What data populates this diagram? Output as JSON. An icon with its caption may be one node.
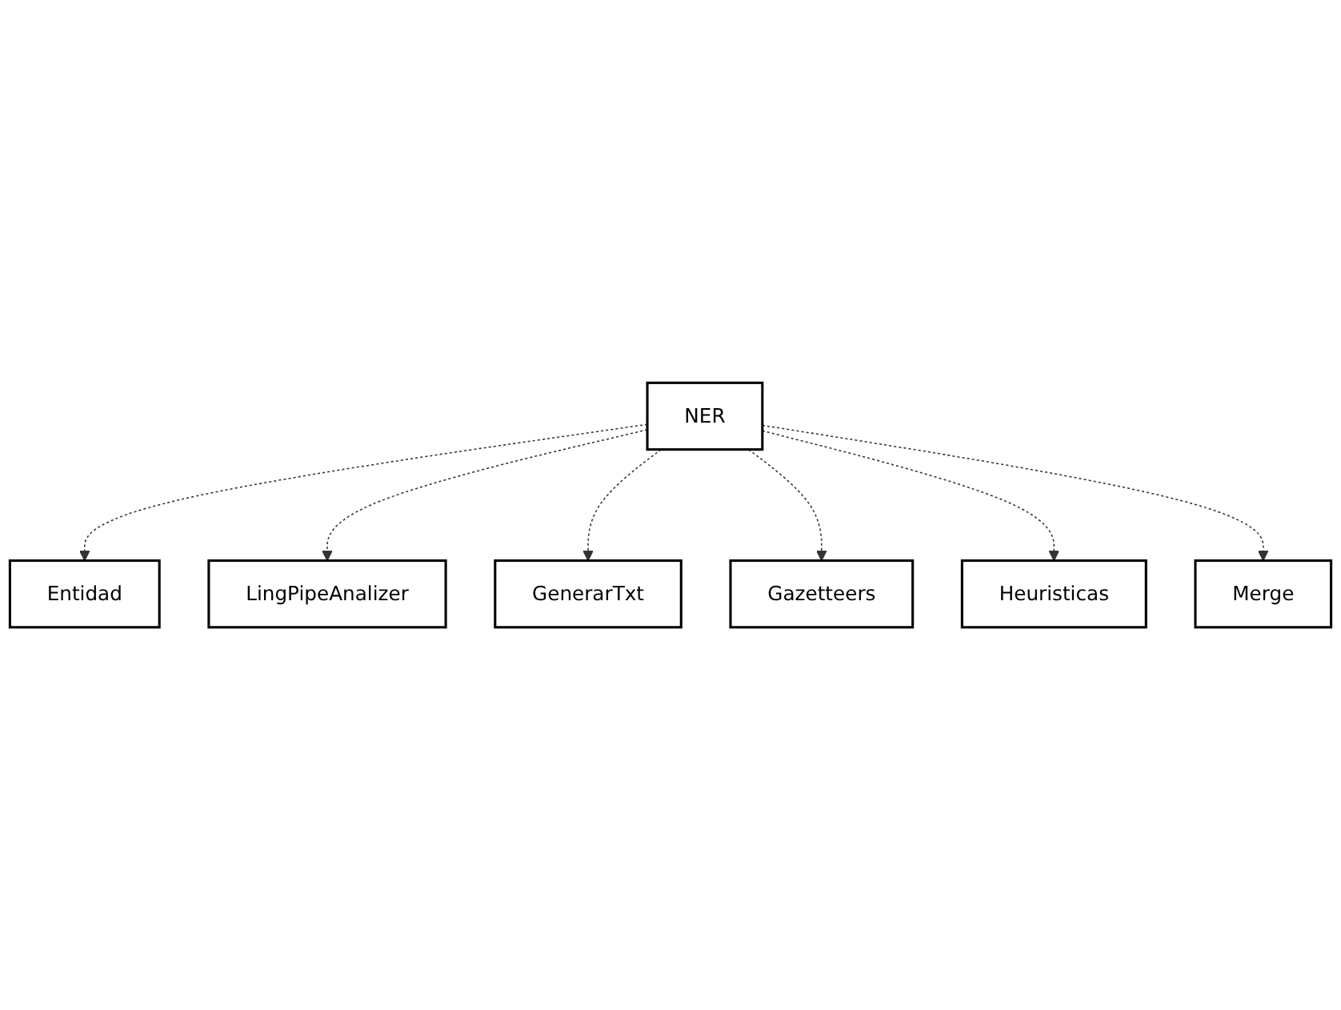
{
  "diagram": {
    "nodes": [
      {
        "text": [
          "Entidad"
        ]
      },
      {
        "text": [
          "LingPipeAnalizer"
        ]
      },
      {
        "text": [
          "GenerarTxt"
        ]
      },
      {
        "text": [
          "Gazetteers"
        ]
      },
      {
        "text": [
          "NER"
        ]
      },
      {
        "text": [
          "Heuristicas"
        ]
      },
      {
        "text": [
          "Merge"
        ]
      }
    ],
    "edges": [
      {
        "from": 4,
        "to": 0,
        "arrow": "to",
        "style": "dashed"
      },
      {
        "from": 4,
        "to": 1,
        "arrow": "to",
        "style": "dashed"
      },
      {
        "from": 4,
        "to": 2,
        "arrow": "to",
        "style": "dashed"
      },
      {
        "from": 4,
        "to": 3,
        "arrow": "to",
        "style": "dashed"
      },
      {
        "from": 4,
        "to": 5,
        "arrow": "to",
        "style": "dashed"
      },
      {
        "from": 4,
        "to": 6,
        "arrow": "to",
        "style": "dashed"
      }
    ]
  }
}
